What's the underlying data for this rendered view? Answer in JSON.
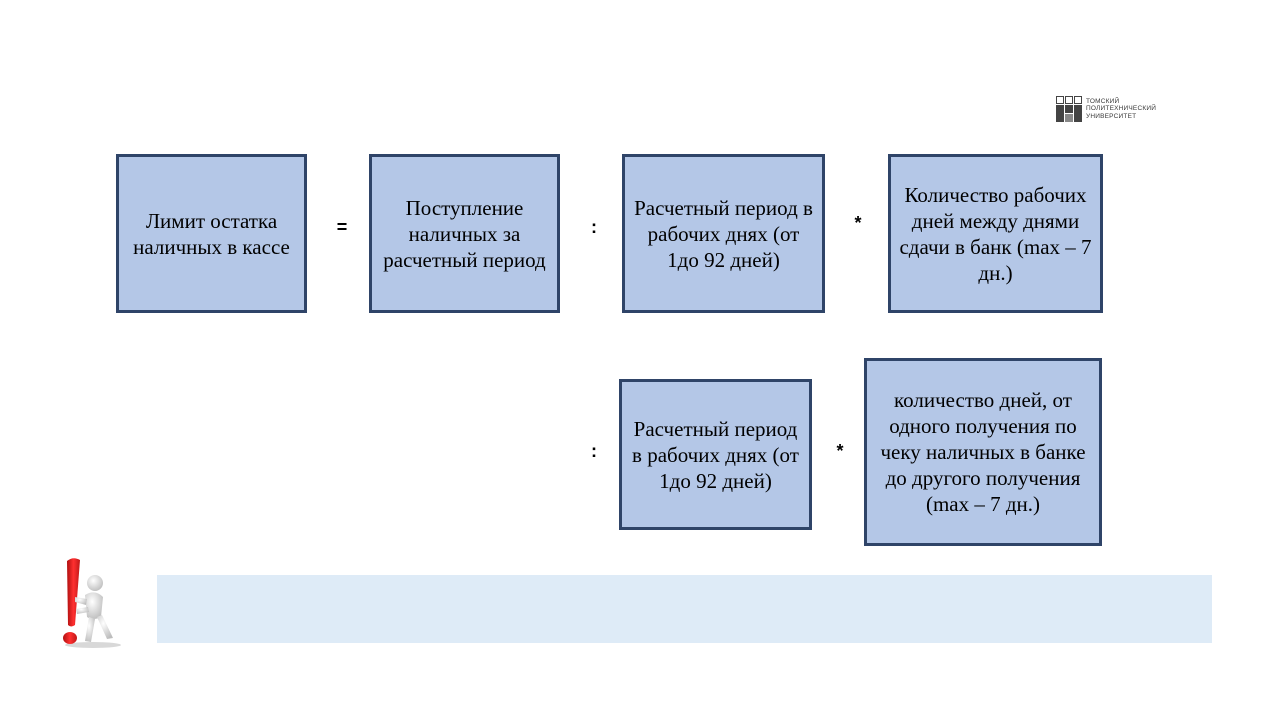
{
  "logo": {
    "lines": [
      "ТОМСКИЙ",
      "ПОЛИТЕХНИЧЕСКИЙ",
      "УНИВЕРСИТЕТ"
    ],
    "icon": "tpu-logo-icon"
  },
  "row1": {
    "box1": "Лимит остатка наличных в кассе",
    "op1": "=",
    "box2": "Поступление наличных за расчетный период",
    "op2": ":",
    "box3": "Расчетный период в рабочих днях (от 1до 92 дней)",
    "op3": "*",
    "box4": "Количество рабочих дней между днями сдачи в банк (max – 7 дн.)"
  },
  "row2": {
    "op1": ":",
    "box1": "Расчетный период в рабочих днях (от 1до 92 дней)",
    "op2": "*",
    "box2": "количество дней, от одного получения по чеку наличных в банке до другого получения\n(max – 7 дн.)"
  },
  "decor": {
    "figure_icon": "exclamation-figure-icon"
  },
  "colors": {
    "box_fill": "#b4c7e7",
    "box_border": "#2f4468",
    "note_bar": "#deebf7",
    "exclamation": "#e02020"
  }
}
